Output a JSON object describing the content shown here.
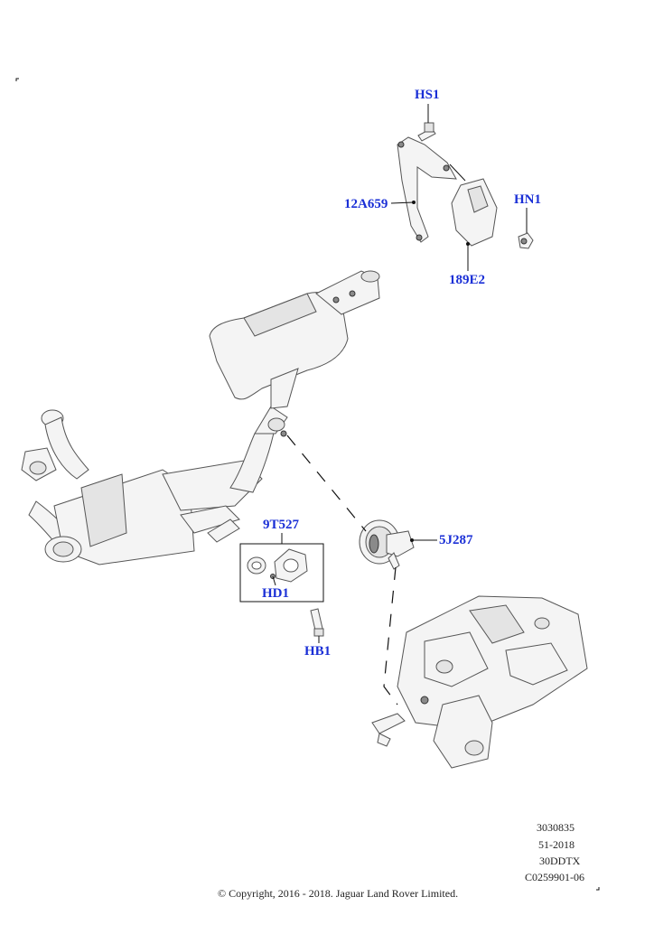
{
  "callouts": {
    "hs1": "HS1",
    "bracket": "12A659",
    "hn1": "HN1",
    "module": "189E2",
    "kit": "9T527",
    "hd1": "HD1",
    "hb1": "HB1",
    "sensor": "5J287"
  },
  "reference": {
    "line1": "3030835",
    "line2": "51-2018",
    "line3": "30DDTX",
    "line4": "C0259901-06"
  },
  "copyright": "© Copyright, 2016 - 2018. Jaguar Land Rover Limited.",
  "colors": {
    "callout_text": "#1a2fd6",
    "line_art": "#555555"
  }
}
